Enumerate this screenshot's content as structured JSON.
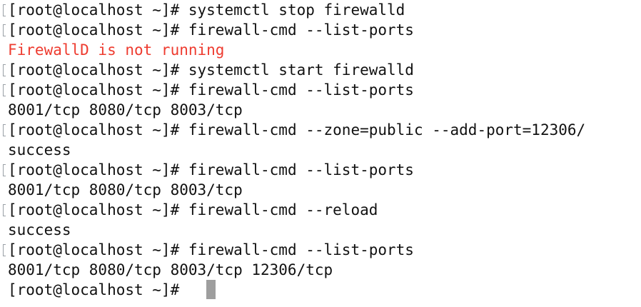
{
  "terminal": {
    "prompt": "[root@localhost ~]#",
    "lines": [
      {
        "kind": "cmd",
        "text": "systemctl stop firewalld"
      },
      {
        "kind": "cmd",
        "text": "firewall-cmd --list-ports"
      },
      {
        "kind": "err",
        "text": "FirewallD is not running"
      },
      {
        "kind": "cmd",
        "text": "systemctl start firewalld"
      },
      {
        "kind": "cmd",
        "text": "firewall-cmd --list-ports"
      },
      {
        "kind": "out",
        "text": "8001/tcp 8080/tcp 8003/tcp"
      },
      {
        "kind": "cmd",
        "text": "firewall-cmd --zone=public --add-port=12306/"
      },
      {
        "kind": "out",
        "text": "success"
      },
      {
        "kind": "cmd",
        "text": "firewall-cmd --list-ports"
      },
      {
        "kind": "out",
        "text": "8001/tcp 8080/tcp 8003/tcp"
      },
      {
        "kind": "cmd",
        "text": "firewall-cmd --reload"
      },
      {
        "kind": "out",
        "text": "success"
      },
      {
        "kind": "cmd",
        "text": "firewall-cmd --list-ports"
      },
      {
        "kind": "out",
        "text": "8001/tcp 8080/tcp 8003/tcp 12306/tcp"
      },
      {
        "kind": "input",
        "text": ""
      }
    ]
  },
  "colors": {
    "background": "#ffffff",
    "text": "#111111",
    "error": "#ee3b2f",
    "cursor": "#9e9e9e"
  }
}
